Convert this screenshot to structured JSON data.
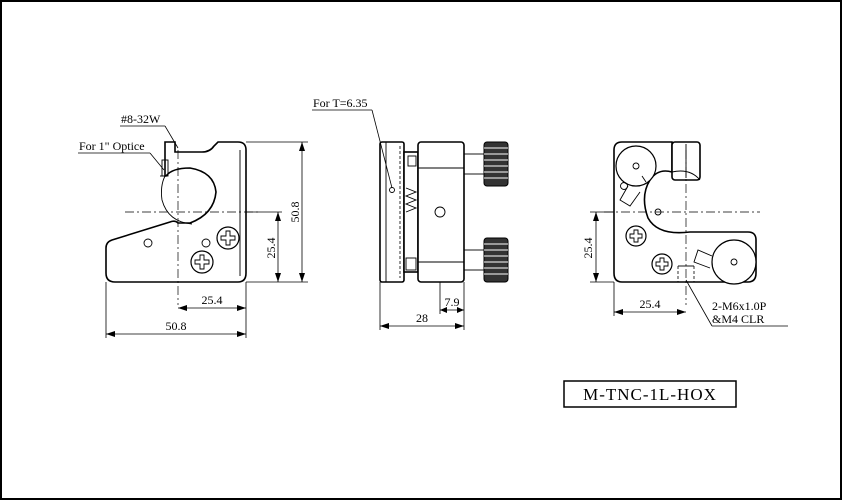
{
  "labels": {
    "thread": "#8-32W",
    "optic": "For 1\" Optice",
    "thickness": "For T=6.35",
    "mount_screws_line1": "2-M6x1.0P",
    "mount_screws_line2": "&M4 CLR"
  },
  "dimensions": {
    "front_height": "50.8",
    "front_center_height": "25.4",
    "front_center_width": "25.4",
    "front_width": "50.8",
    "side_depth": "28",
    "side_offset": "7.9",
    "rear_center_height": "25.4",
    "rear_center_width": "25.4"
  },
  "title_block": {
    "model": "M-TNC-1L-HOX"
  }
}
